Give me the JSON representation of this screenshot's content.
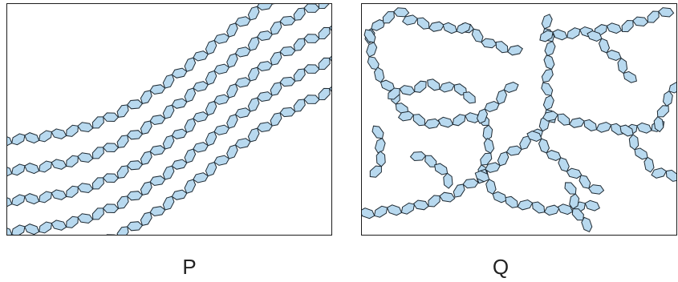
{
  "figure": {
    "panels": [
      {
        "id": "p",
        "label": "P",
        "arrangement": "aligned"
      },
      {
        "id": "q",
        "label": "Q",
        "arrangement": "branched"
      }
    ],
    "colors": {
      "unit_fill": "#b8d9ef",
      "unit_stroke": "#1e2a33",
      "frame_stroke": "#1c1c1c",
      "label_color": "#222222"
    },
    "unit_shape": "hexagon"
  }
}
